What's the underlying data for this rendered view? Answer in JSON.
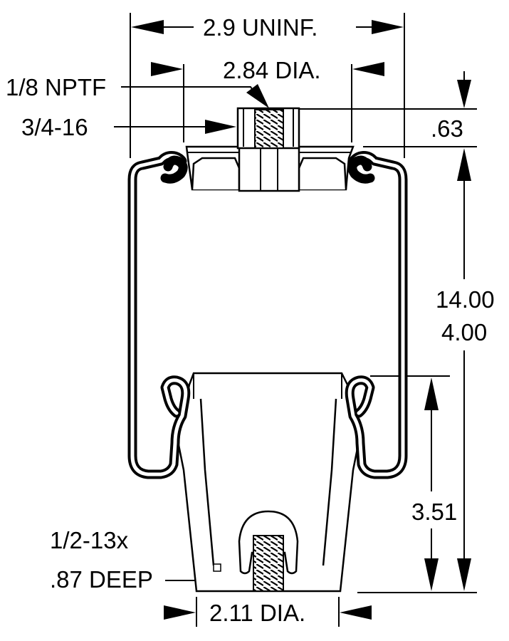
{
  "drawing": {
    "labels": {
      "overall_width": "2.9 UNINF.",
      "top_plate_dia": "2.84 DIA.",
      "air_port": "1/8 NPTF",
      "stud_thread": "3/4-16",
      "stud_height": ".63",
      "max_height": "14.00",
      "min_height": "4.00",
      "piston_height": "3.51",
      "piston_thread_1": "1/2-13x",
      "piston_thread_2": ".87 DEEP",
      "piston_dia": "2.11 DIA."
    },
    "colors": {
      "line": "#000000",
      "background": "#ffffff"
    }
  }
}
